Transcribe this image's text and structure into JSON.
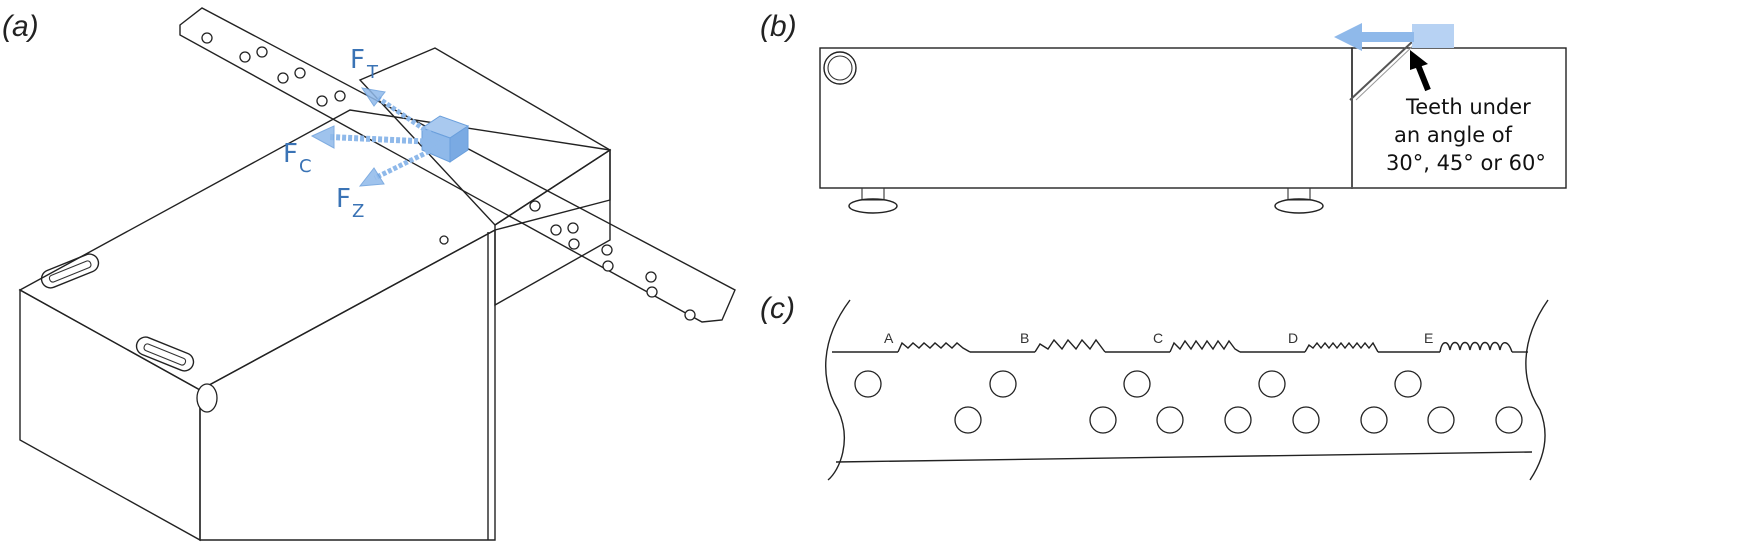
{
  "panels": {
    "a": {
      "label": "(a)"
    },
    "b": {
      "label": "(b)"
    },
    "c": {
      "label": "(c)"
    }
  },
  "forces": {
    "t": {
      "main": "F",
      "sub": "T"
    },
    "c": {
      "main": "F",
      "sub": "C"
    },
    "z": {
      "main": "F",
      "sub": "Z"
    }
  },
  "annotation": {
    "line1": "Teeth under",
    "line2": "an angle of",
    "line3": "30°, 45° or 60°"
  },
  "tooth_profiles": {
    "labels": [
      "A",
      "B",
      "C",
      "D",
      "E"
    ]
  },
  "colors": {
    "force_blue": "#3a73b5",
    "arrow_fill": "#8fb9ea",
    "line": "#222222"
  }
}
